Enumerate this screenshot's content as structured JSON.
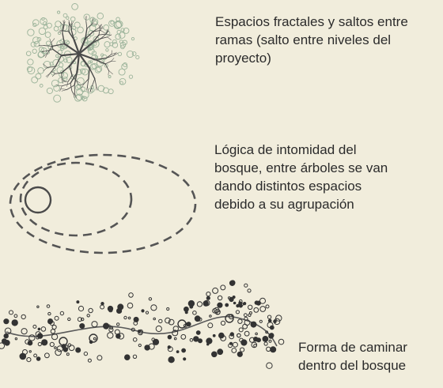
{
  "items": [
    {
      "icon": "tree-branch-icon",
      "lines": [
        "Espacios fractales y saltos entre",
        "ramas (salto entre niveles del",
        "proyecto)"
      ]
    },
    {
      "icon": "concentric-dashed-ellipses-icon",
      "lines": [
        "Lógica de    intomidad del",
        "bosque, entre árboles se van",
        "dando    distintos    espacios",
        "debido a su agrupación"
      ]
    },
    {
      "icon": "forest-path-icon",
      "lines": [
        "Forma de caminar",
        "dentro del bosque"
      ]
    }
  ],
  "colors": {
    "background": "#f1eddc",
    "branch": "#4a4a4a",
    "foliage": "#9bb39a",
    "text": "#2b2b2b"
  }
}
